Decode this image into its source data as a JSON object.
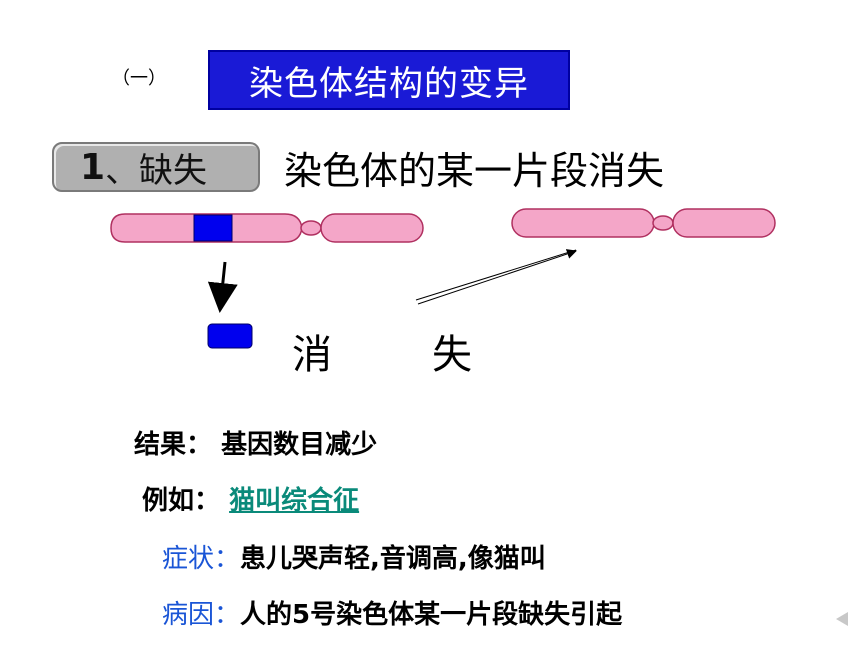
{
  "section": {
    "number": "（一）",
    "title": "染色体结构的变异"
  },
  "heading": {
    "num": "1",
    "term": "、缺失",
    "definition": "染色体的某一片段消失"
  },
  "diagram": {
    "vanish_label": "消　失"
  },
  "result": {
    "label": "结果：",
    "value": "基因数目减少"
  },
  "example": {
    "label": "例如：",
    "value": "猫叫综合征"
  },
  "symptom": {
    "label": "症状：",
    "value": "患儿哭声轻,音调高,像猫叫"
  },
  "cause": {
    "label": "病因：",
    "value": "人的5号染色体某一片段缺失引起"
  },
  "colors": {
    "chromosome": "#f4a6c8",
    "segment": "#0000ee",
    "title_bg": "#1a1ad6",
    "link": "#0a8a7a",
    "label_blue": "#1a55d6"
  },
  "icons": {
    "nav": "triangle-left-icon"
  }
}
